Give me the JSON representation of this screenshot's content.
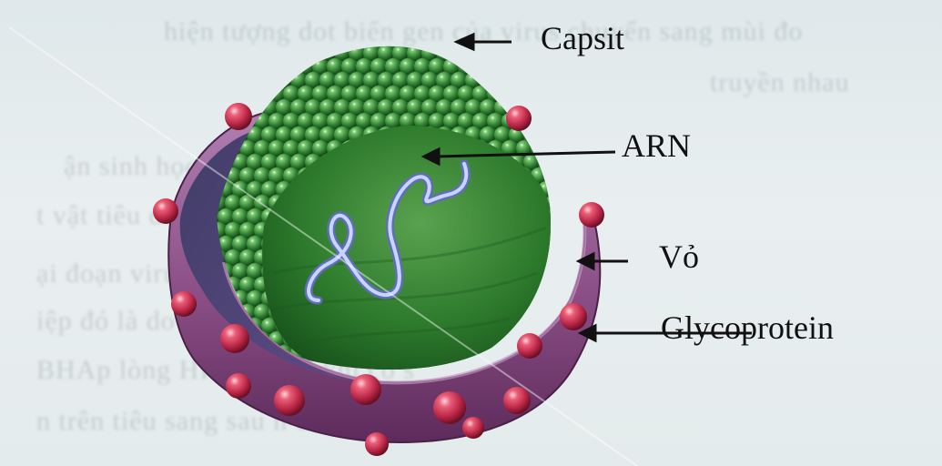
{
  "labels": {
    "capsid": "Capsit",
    "rna": "ARN",
    "envelope": "Vỏ",
    "glycoprotein": "Glycoprotein"
  },
  "background_text": [
    "hiện tượng dot biến gen của virus chuyển sang mùi đo",
    "truyền nhau",
    "ận sinh học phân",
    "t vật tiêu đề tới v                          tuyệt đ",
    "ại đoạn virus hoặc                    tế bào v",
    "iệp đó là do              ng biết",
    "BHAp lòng HIV vào              au khi có s",
    "n trên tiêu sang sau                   n của bệnh"
  ],
  "colors": {
    "background": "#e6edee",
    "capsid_green": "#3f8f3d",
    "envelope_purple": "#8e4f86",
    "glycoprotein_red": "#c8324e",
    "rna_strand": "#b9c9ff"
  }
}
